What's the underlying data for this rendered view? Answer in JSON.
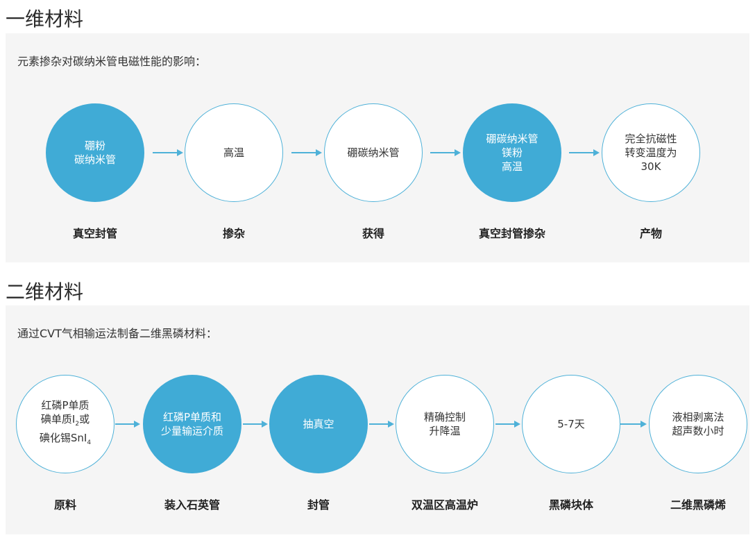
{
  "section1": {
    "title": "一维材料",
    "intro": "元素掺杂对碳纳米管电磁性能的影响：",
    "steps": [
      {
        "lines": [
          "硼粉",
          "碳纳米管"
        ],
        "caption": "真空封管"
      },
      {
        "lines": [
          "高温"
        ],
        "caption": "掺杂"
      },
      {
        "lines": [
          "硼碳纳米管"
        ],
        "caption": "获得"
      },
      {
        "lines": [
          "硼碳纳米管",
          "镁粉",
          "高温"
        ],
        "caption": "真空封管掺杂"
      },
      {
        "lines": [
          "完全抗磁性",
          "转变温度为",
          "30K"
        ],
        "caption": "产物"
      }
    ]
  },
  "section2": {
    "title": "二维材料",
    "intro": "通过CVT气相输运法制备二维黑磷材料：",
    "steps": [
      {
        "lines": [
          "红磷P单质",
          "碘单质I",
          "碘化锡SnI"
        ],
        "subs": [
          "2",
          "4"
        ],
        "suffix": "或",
        "caption": "原料"
      },
      {
        "lines": [
          "红磷P单质和",
          "少量输运介质"
        ],
        "caption": "装入石英管"
      },
      {
        "lines": [
          "抽真空"
        ],
        "caption": "封管"
      },
      {
        "lines": [
          "精确控制",
          "升降温"
        ],
        "caption": "双温区高温炉"
      },
      {
        "lines": [
          "5-7天"
        ],
        "caption": "黑磷块体"
      },
      {
        "lines": [
          "液相剥离法",
          "超声数小时"
        ],
        "caption": "二维黑磷烯"
      }
    ]
  }
}
